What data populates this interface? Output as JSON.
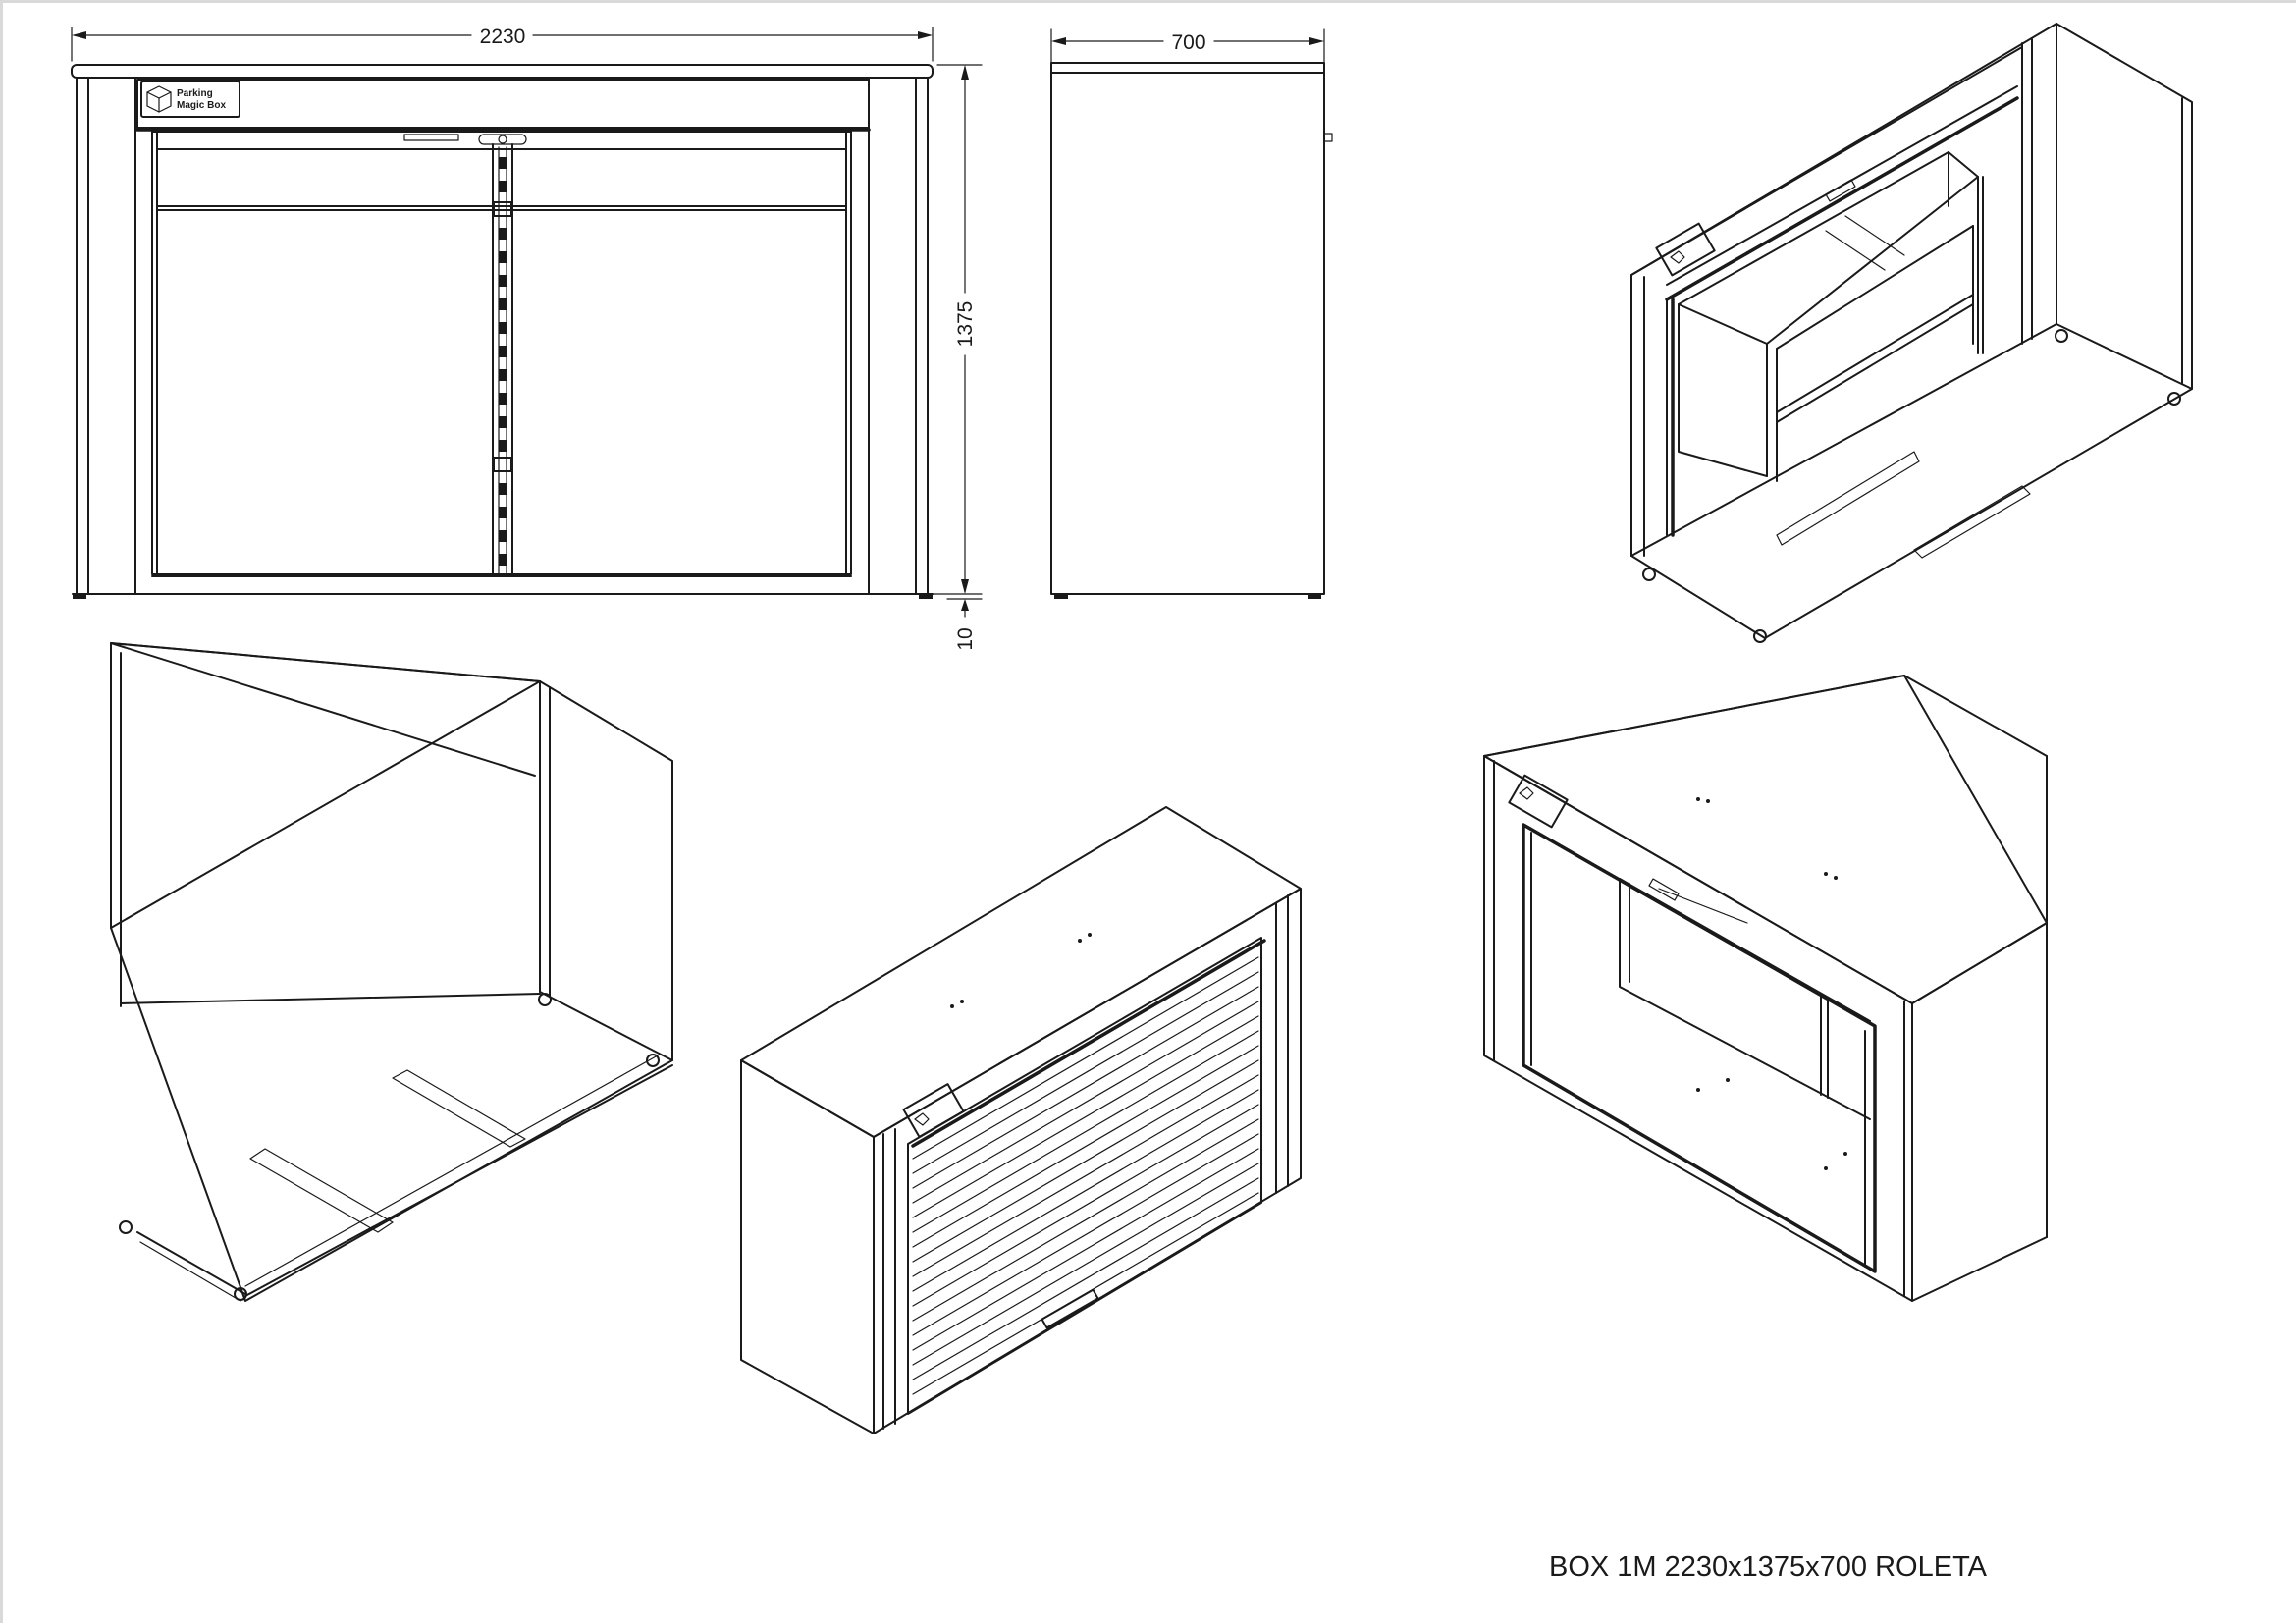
{
  "dimensions": {
    "width": "2230",
    "height": "1375",
    "depth": "700",
    "foot_height": "10"
  },
  "title": "BOX 1M 2230x1375x700 ROLETA",
  "logo": {
    "line1": "Parking",
    "line2": "Magic Box",
    "icon": "cube-logo-icon"
  },
  "colors": {
    "line": "#1a1a1a",
    "background": "#ffffff"
  }
}
